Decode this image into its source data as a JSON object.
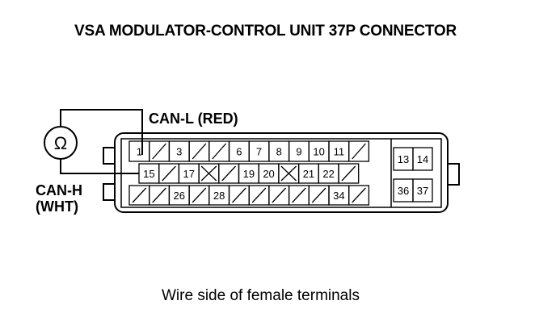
{
  "title": "VSA MODULATOR-CONTROL UNIT 37P CONNECTOR",
  "labels": {
    "can_l": "CAN-L (RED)",
    "can_h_line1": "CAN-H",
    "can_h_line2": "(WHT)",
    "ohm_symbol": "Ω"
  },
  "caption": "Wire side of female terminals",
  "terminals": {
    "row1": [
      "1",
      "",
      "3",
      "",
      "",
      "6",
      "7",
      "8",
      "9",
      "10",
      "11",
      ""
    ],
    "row2": [
      "15",
      "",
      "17",
      "",
      "",
      "19",
      "20",
      "",
      "21",
      "22",
      ""
    ],
    "row3": [
      "",
      "",
      "26",
      "",
      "28",
      "",
      "",
      "",
      "",
      "",
      "34",
      ""
    ],
    "right_block": [
      "13",
      "14",
      "36",
      "37"
    ]
  },
  "crossed_cells": [
    "row2-3",
    "row2-7"
  ]
}
